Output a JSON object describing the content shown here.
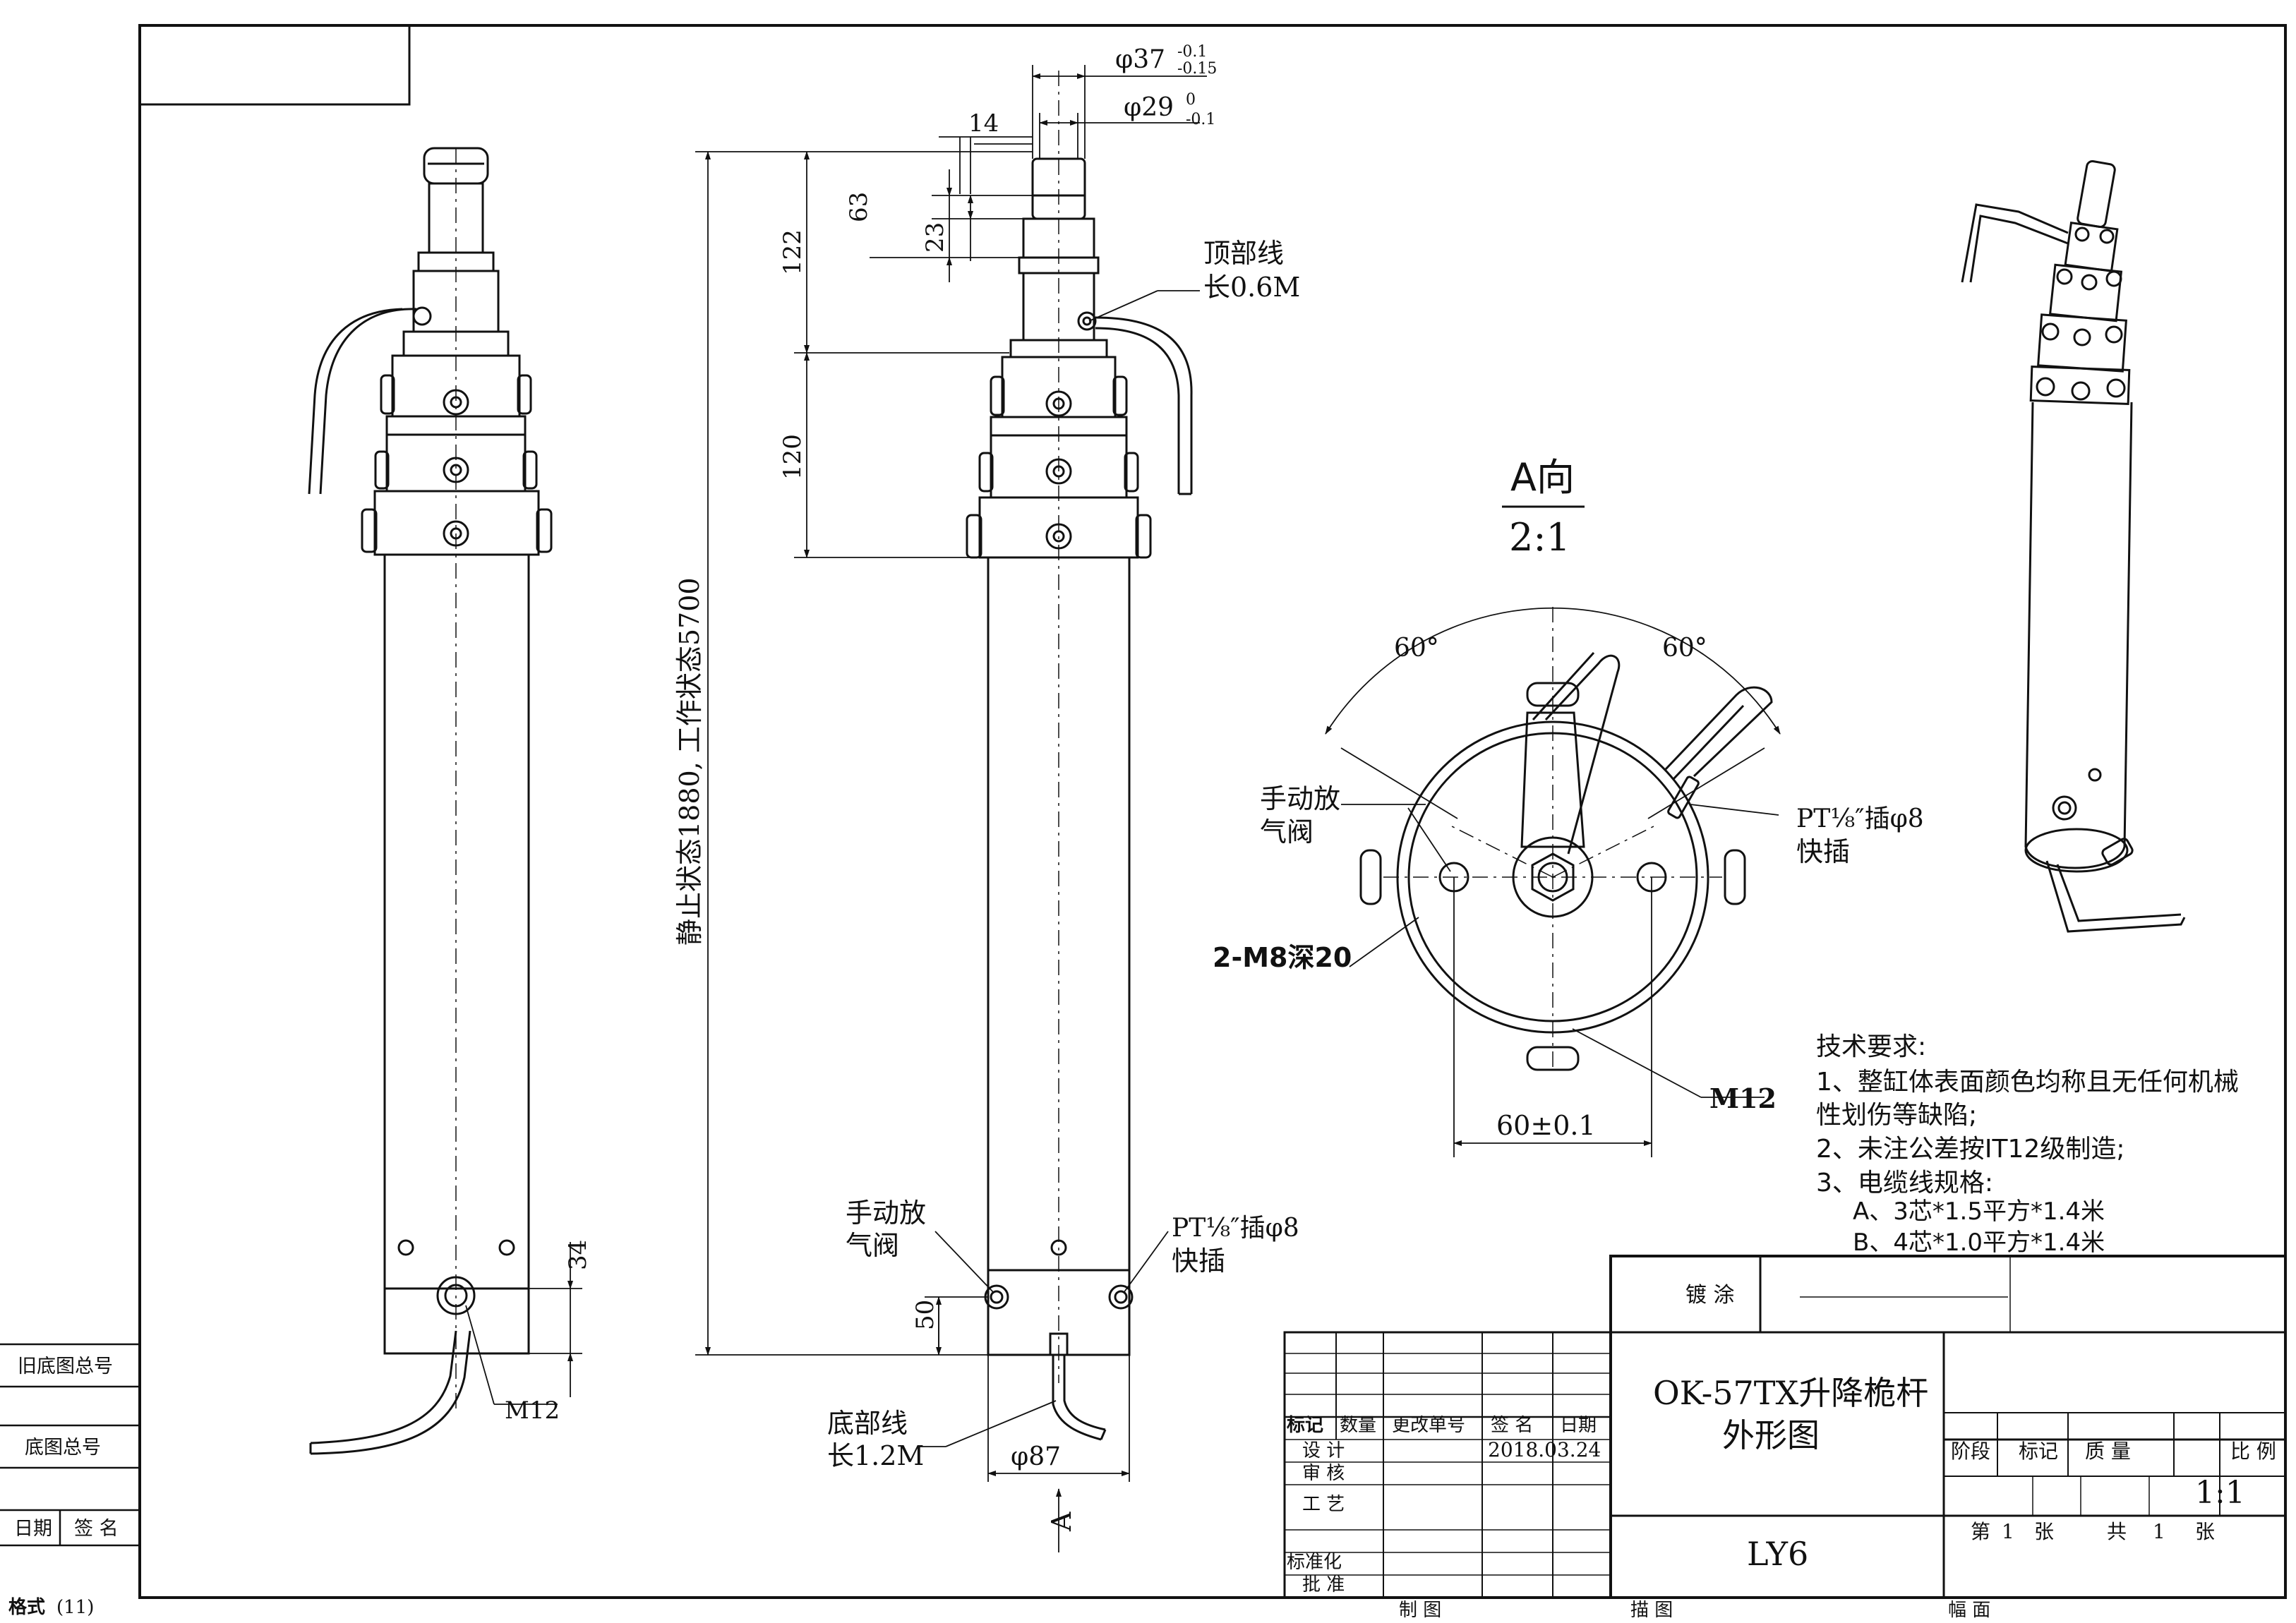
{
  "dims": {
    "d37": "φ37",
    "d37_tol_upper": "-0.1",
    "d37_tol_lower": "-0.15",
    "d29": "φ29",
    "d29_tol_upper": "0",
    "d29_tol_lower": "-0.1",
    "d14": "14",
    "d63": "63",
    "d23": "23",
    "d122": "122",
    "d120": "120",
    "overall": "静止状态1880, 工作状态5700",
    "d34": "34",
    "d50": "50",
    "d87": "φ87",
    "m12": "M12",
    "d60": "60±0.1"
  },
  "callouts": {
    "top_cable_l1": "顶部线",
    "top_cable_l2": "长0.6M",
    "bottom_cable_l1": "底部线",
    "bottom_cable_l2": "长1.2M",
    "valve_l1": "手动放",
    "valve_l2": "气阀",
    "pt_l1": "PT⅛″插φ8",
    "pt_l2": "快插",
    "m8": "2-M8深20",
    "m12_bold": "M12",
    "view_a": "A",
    "angle_left": "60°",
    "angle_right": "60°"
  },
  "view_a": {
    "title": "A向",
    "scale": "2:1"
  },
  "tech": {
    "title": "技术要求:",
    "item1_l1": "1、整缸体表面颜色均称且无任何机械",
    "item1_l2": "性划伤等缺陷;",
    "item2": "2、未注公差按IT12级制造;",
    "item3": "3、电缆线规格:",
    "item3a": "A、3芯*1.5平方*1.4米",
    "item3b": "B、4芯*1.0平方*1.4米"
  },
  "title_block": {
    "plating_label": "镀 涂",
    "name_l1": "OK-57TX升降桅杆",
    "name_l2": "外形图",
    "code": "LY6",
    "col_mark": "标记",
    "col_qty": "数量",
    "col_change": "更改单号",
    "col_sign": "签 名",
    "col_date": "日期",
    "row_design": "设  计",
    "design_date": "2018.03.24",
    "row_review": "审  核",
    "row_process": "工  艺",
    "row_std": "标准化",
    "row_approve": "批  准",
    "stage": "阶段",
    "mark": "标记",
    "weight": "质  量",
    "ratio": "比 例",
    "ratio_val": "1:1",
    "sheet_no": "第",
    "sheet_no_val": "1",
    "sheet_unit": "张",
    "sheet_total": "共",
    "sheet_total_val": "1",
    "sheet_unit2": "张",
    "drawn": "制  图",
    "traced": "描 图",
    "size": "幅 面"
  },
  "side_block": {
    "old_no": "旧底图总号",
    "base_no": "底图总号",
    "date": "日期",
    "sign": "签 名",
    "format_label": "格式",
    "format_value": "(11)"
  }
}
